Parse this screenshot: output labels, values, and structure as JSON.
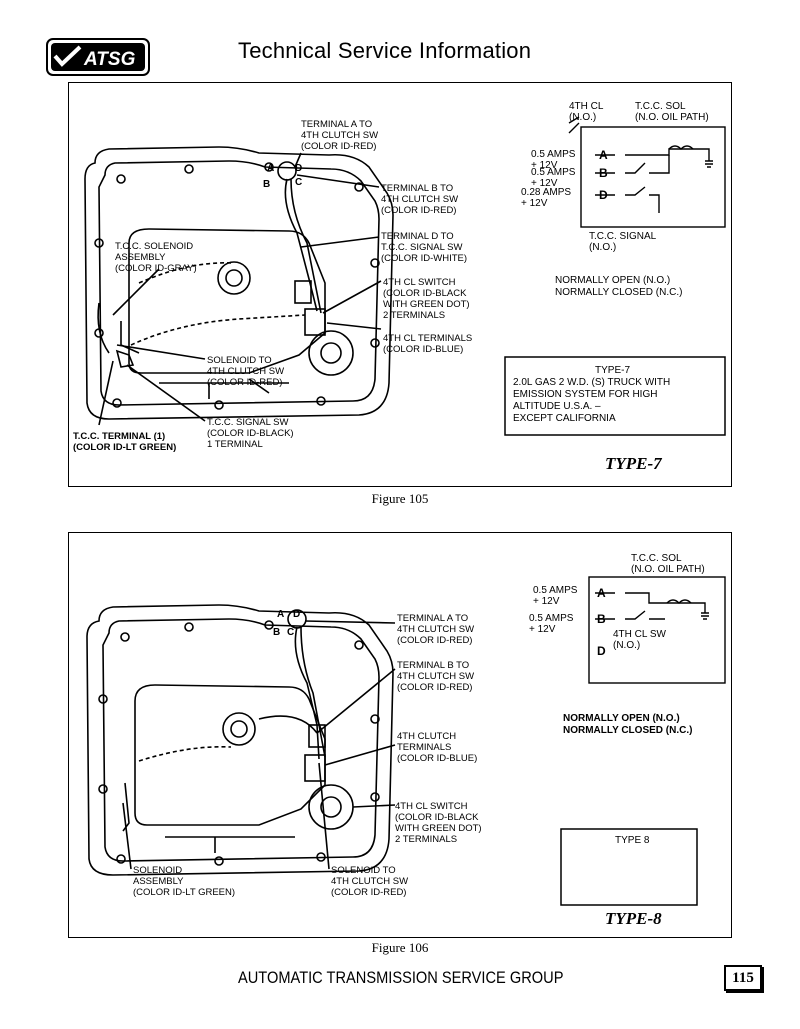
{
  "header": {
    "logo_text": "ATSG",
    "title": "Technical Service Information"
  },
  "figure105": {
    "caption": "Figure 105",
    "type_label": "TYPE-7",
    "terminal_letters": [
      "A",
      "B",
      "C",
      "D"
    ],
    "callouts": [
      [
        "TERMINAL A TO",
        "4TH CLUTCH SW",
        "(COLOR ID-RED)"
      ],
      [
        "TERMINAL B TO",
        "4TH CLUTCH SW",
        "(COLOR ID-RED)"
      ],
      [
        "TERMINAL D TO",
        "T.C.C. SIGNAL SW",
        "(COLOR ID-WHITE)"
      ],
      [
        "T.C.C. SOLENOID",
        "ASSEMBLY",
        "(COLOR ID-GRAY)"
      ],
      [
        "4TH CL SWITCH",
        "(COLOR ID-BLACK",
        "WITH GREEN DOT)",
        "2 TERMINALS"
      ],
      [
        "4TH CL TERMINALS",
        "(COLOR ID-BLUE)"
      ],
      [
        "SOLENOID TO",
        "4TH CLUTCH SW",
        "(COLOR ID-RED)"
      ],
      [
        "T.C.C. SIGNAL SW",
        "(COLOR ID-BLACK)",
        "1 TERMINAL"
      ],
      [
        "T.C.C. TERMINAL (1)",
        "(COLOR ID-LT GREEN)"
      ]
    ],
    "schematic": {
      "top_labels": [
        "4TH CL",
        "(N.O.)",
        "T.C.C. SOL",
        "(N.O. OIL PATH)"
      ],
      "inputs": [
        {
          "amps": "0.5 AMPS",
          "volts": "+ 12V",
          "terminal": "A"
        },
        {
          "amps": "0.5 AMPS",
          "volts": "+ 12V",
          "terminal": "B"
        },
        {
          "amps": "0.28 AMPS",
          "volts": "+ 12V",
          "terminal": "D"
        }
      ],
      "signal_label": [
        "T.C.C. SIGNAL",
        "(N.O.)"
      ]
    },
    "legend": [
      "NORMALLY OPEN (N.O.)",
      "NORMALLY CLOSED (N.C.)"
    ],
    "info_box": [
      "TYPE-7",
      "2.0L GAS 2 W.D. (S) TRUCK WITH",
      "EMISSION SYSTEM FOR HIGH",
      "ALTITUDE U.S.A. –",
      "EXCEPT CALIFORNIA"
    ]
  },
  "figure106": {
    "caption": "Figure 106",
    "type_label": "TYPE-8",
    "terminal_letters": [
      "A",
      "B",
      "C",
      "D"
    ],
    "callouts": [
      [
        "TERMINAL A TO",
        "4TH CLUTCH SW",
        "(COLOR ID-RED)"
      ],
      [
        "TERMINAL B TO",
        "4TH CLUTCH SW",
        "(COLOR ID-RED)"
      ],
      [
        "4TH CLUTCH",
        "TERMINALS",
        "(COLOR ID-BLUE)"
      ],
      [
        "4TH CL SWITCH",
        "(COLOR ID-BLACK",
        "WITH GREEN DOT)",
        "2 TERMINALS"
      ],
      [
        "SOLENOID",
        "ASSEMBLY",
        "(COLOR ID-LT GREEN)"
      ],
      [
        "SOLENOID TO",
        "4TH CLUTCH SW",
        "(COLOR ID-RED)"
      ]
    ],
    "schematic": {
      "top_labels": [
        "T.C.C. SOL",
        "(N.O. OIL PATH)"
      ],
      "inputs": [
        {
          "amps": "0.5 AMPS",
          "volts": "+ 12V",
          "terminal": "A"
        },
        {
          "amps": "0.5 AMPS",
          "volts": "+ 12V",
          "terminal": "B"
        }
      ],
      "d_terminal": "D",
      "switch_label": [
        "4TH CL SW",
        "(N.O.)"
      ]
    },
    "legend": [
      "NORMALLY OPEN (N.O.)",
      "NORMALLY CLOSED (N.C.)"
    ],
    "info_box": [
      "TYPE 8"
    ]
  },
  "footer": {
    "text": "AUTOMATIC TRANSMISSION SERVICE GROUP",
    "page_number": "115"
  }
}
